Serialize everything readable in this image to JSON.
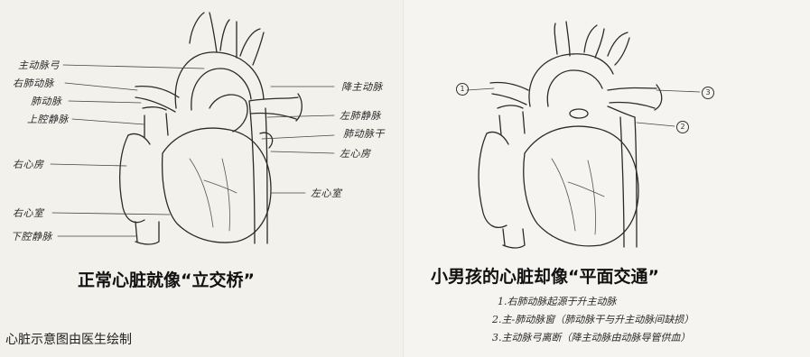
{
  "left_panel": {
    "caption": "正常心脏就像“立交桥”",
    "labels": {
      "l1": "主动脉弓",
      "l2": "右肺动脉",
      "l3": "肺动脉",
      "l4": "上腔静脉",
      "l5": "右心房",
      "l6": "右心室",
      "l7": "下腔静脉",
      "r1": "降主动脉",
      "r2": "左肺静脉",
      "r3": "肺动脉干",
      "r4": "左心房",
      "r5": "左心室"
    }
  },
  "right_panel": {
    "caption": "小男孩的心脏却像“平面交通”",
    "markers": {
      "m1": "1",
      "m2": "3",
      "m3": "2"
    },
    "notes": [
      "1.右肺动脉起源于升主动脉",
      "2.主-肺动脉窗（肺动脉干与升主动脉间缺损）",
      "3.主动脉弓离断（降主动脉由动脉导管供血）"
    ]
  },
  "credit": "心脏示意图由医生绘制"
}
